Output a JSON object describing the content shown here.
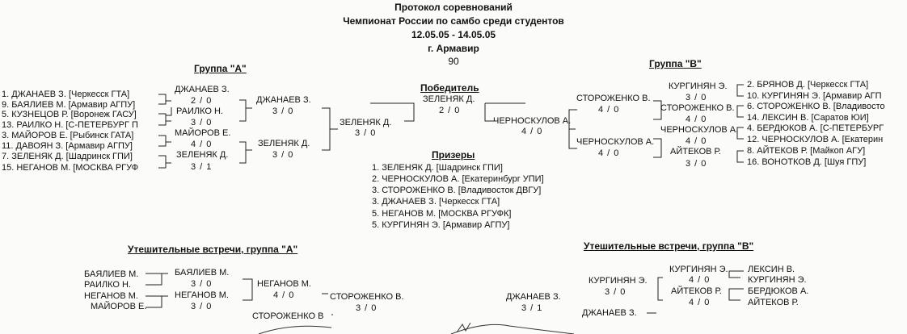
{
  "header": {
    "line1": "Протокол соревнований",
    "line2": "Чемпионат России по самбо среди студентов",
    "line3": "12.05.05 - 14.05.05",
    "line4": "г. Армавир",
    "line5": "90"
  },
  "groupA": {
    "title": "Группа  \"А\"",
    "entries": [
      "1. ДЖАНАЕВ З.  [Черкесск  ГТА]",
      "9. БАЯЛИЕВ М.  [Армавир  АГПУ]",
      "5. КУЗНЕЦОВ Р.  [Воронеж  ГАСУ]",
      "13. РАИЛКО Н.  [С-ПЕТЕРБУРГ  П",
      "3. МАЙОРОВ Е.  [Рыбинск  ГАТА]",
      "11. ДАВОЯН З.  [Армавир  АГПУ]",
      "7. ЗЕЛЕНЯК Д.  [Шадринск  ГПИ]",
      "15. НЕГАНОВ М.  [МОСКВА  РГУФ"
    ],
    "r1": [
      {
        "name": "ДЖАНАЕВ З.",
        "score": "2  /  0"
      },
      {
        "name": "РАИЛКО Н.",
        "score": "3  /  0"
      },
      {
        "name": "МАЙОРОВ Е.",
        "score": "4  /  0"
      },
      {
        "name": "ЗЕЛЕНЯК Д.",
        "score": "3  /  1"
      }
    ],
    "r2": [
      {
        "name": "ДЖАНАЕВ З.",
        "score": "3  /  0"
      },
      {
        "name": "ЗЕЛЕНЯК Д.",
        "score": "3  /  0"
      }
    ],
    "r3": {
      "name": "ЗЕЛЕНЯК Д.",
      "score": "3  /  0"
    }
  },
  "groupB": {
    "title": "Группа  \"В\"",
    "entries": [
      "2. БРЯНОВ Д.  [Черкесск  ГТА]",
      "10. КУРГИНЯН Э.  [Армавир  АГП",
      "6. СТОРОЖЕНКО В.  [Владивосто",
      "14. ЛЕКСИН В.  [Саратов  ЮИ]",
      "4. БЕРДЮКОВ А.  [С-ПЕТЕРБУРГ",
      "12. ЧЕРНОСКУЛОВ А.  [Екатерин",
      "8. АЙТЕКОВ Р.  [Майкоп  АГУ]",
      "16. ВОНОТКОВ Д.  [Шуя  ГПУ]"
    ],
    "r1": [
      {
        "name": "КУРГИНЯН Э.",
        "score": "3  /  0"
      },
      {
        "name": "СТОРОЖЕНКО В.",
        "score": "4  /  0"
      },
      {
        "name": "ЧЕРНОСКУЛОВ А.",
        "score": "4  /  0"
      },
      {
        "name": "АЙТЕКОВ Р.",
        "score": "3  /  0"
      }
    ],
    "r2": [
      {
        "name": "СТОРОЖЕНКО В.",
        "score": "4  /  0"
      },
      {
        "name": "ЧЕРНОСКУЛОВ А.",
        "score": "4  /  0"
      }
    ],
    "r3": {
      "name": "ЧЕРНОСКУЛОВ А.",
      "score": "4  /  0"
    }
  },
  "winner": {
    "title": "Победитель",
    "name": "ЗЕЛЕНЯК Д.",
    "score": "2  /  0"
  },
  "prizes": {
    "title": "Призеры",
    "items": [
      "1. ЗЕЛЕНЯК Д.    [Шадринск  ГПИ]",
      "2. ЧЕРНОСКУЛОВ А.    [Екатеринбург  УПИ]",
      "3. СТОРОЖЕНКО В.    [Владивосток  ДВГУ]",
      "3. ДЖАНАЕВ З.    [Черкесск  ГТА]",
      "5. НЕГАНОВ М.    [МОСКВА  РГУФК]",
      "5. КУРГИНЯН Э.    [Армавир  АГПУ]"
    ]
  },
  "consA": {
    "title": "Утешительные встречи, группа \"А\"",
    "entries": [
      "БАЯЛИЕВ М.",
      "РАИЛКО Н.",
      "НЕГАНОВ М.",
      "МАЙОРОВ Е."
    ],
    "r1": [
      {
        "name": "БАЯЛИЕВ М.",
        "score": "3  /  0"
      },
      {
        "name": "НЕГАНОВ М.",
        "score": "3  /  0"
      }
    ],
    "r2": {
      "name": "НЕГАНОВ М.",
      "score": "4  /  0"
    },
    "r3": {
      "name": "СТОРОЖЕНКО В.",
      "score": "3  /  0"
    },
    "opponent": "СТОРОЖЕНКО В"
  },
  "consB": {
    "title": "Утешительные встречи, группа \"В\"",
    "entries": [
      "ЛЕКСИН В.",
      "КУРГИНЯН Э.",
      "БЕРДЮКОВ А.",
      "АЙТЕКОВ Р."
    ],
    "r1": [
      {
        "name": "КУРГИНЯН Э.",
        "score": "4  /  0"
      },
      {
        "name": "АЙТЕКОВ Р.",
        "score": "4  /  0"
      }
    ],
    "r2": {
      "name": "КУРГИНЯН Э.",
      "score": "3  /  0"
    },
    "r3": {
      "name": "ДЖАНАЕВ З.",
      "score": "3  /  1"
    },
    "opponent": "ДЖАНАЕВ З."
  }
}
